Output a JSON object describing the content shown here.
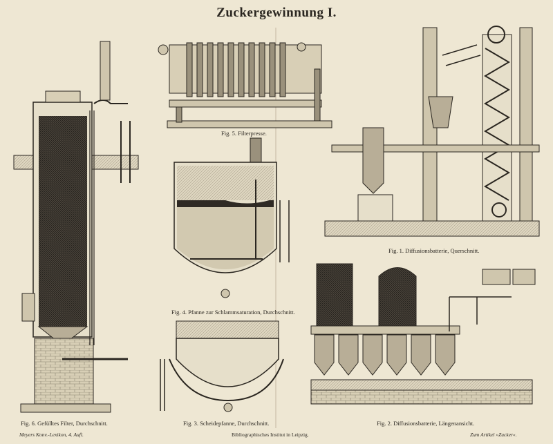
{
  "page": {
    "title": "Zuckergewinnung I."
  },
  "figures": [
    {
      "id": "fig5",
      "caption": "Fig. 5. Filterpresse."
    },
    {
      "id": "fig4",
      "caption": "Fig. 4. Pfanne zur Schlammsaturation, Durchschnitt."
    },
    {
      "id": "fig3",
      "caption": "Fig. 3. Scheidepfanne, Durchschnitt."
    },
    {
      "id": "fig6",
      "caption": "Fig. 6. Gefülltes Filter, Durchschnitt."
    },
    {
      "id": "fig1",
      "caption": "Fig. 1. Diffusionsbatterie, Querschnitt."
    },
    {
      "id": "fig2",
      "caption": "Fig. 2. Diffusionsbatterie, Längenansicht."
    }
  ],
  "footer": {
    "left": "Meyers Konv.-Lexikon, 4. Aufl.",
    "center": "Bibliographisches Institut in Leipzig.",
    "right": "Zum Artikel »Zucker«."
  },
  "colors": {
    "paper": "#eee7d3",
    "ink": "#2a2620",
    "shade": "#5a5247"
  }
}
